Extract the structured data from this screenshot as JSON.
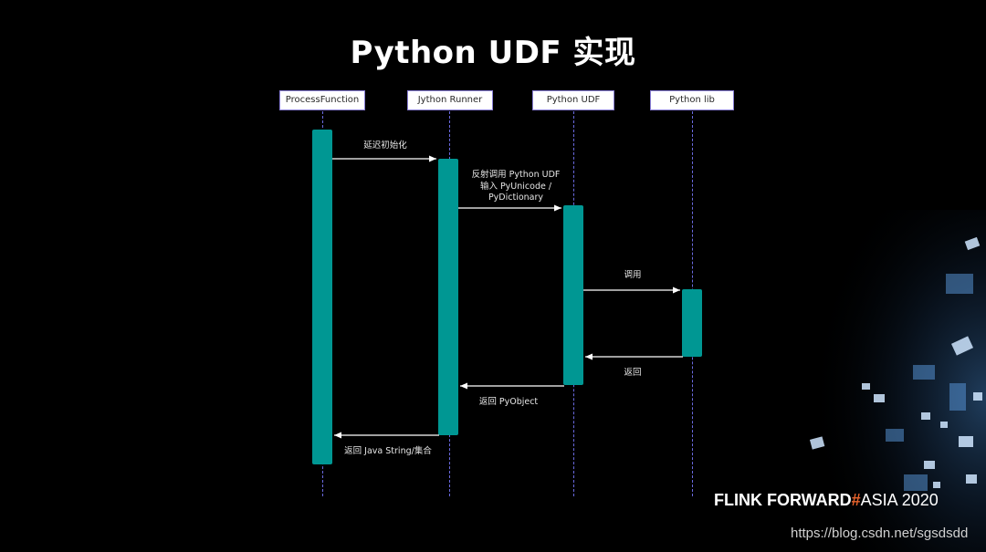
{
  "title": "Python UDF 实现",
  "participants": [
    {
      "name": "ProcessFunction"
    },
    {
      "name": "Jython Runner"
    },
    {
      "name": "Python UDF"
    },
    {
      "name": "Python lib"
    }
  ],
  "messages": [
    {
      "label": "延迟初始化",
      "from": 0,
      "to": 1
    },
    {
      "label_lines": [
        "反射调用 Python UDF",
        "输入 PyUnicode /",
        "PyDictionary"
      ],
      "from": 1,
      "to": 2
    },
    {
      "label": "调用",
      "from": 2,
      "to": 3
    },
    {
      "label": "返回",
      "from": 3,
      "to": 2
    },
    {
      "label": "返回 PyObject",
      "from": 2,
      "to": 1
    },
    {
      "label": "返回 Java String/集合",
      "from": 1,
      "to": 0
    }
  ],
  "brand": {
    "part1": "FLINK FORWARD",
    "hash": "#",
    "part2": "ASIA 2020"
  },
  "watermark": "https://blog.csdn.net/sgsdsdd",
  "colors": {
    "background": "#000000",
    "activation": "#009793",
    "lifeline": "#6a6ae0",
    "box_border": "#8a7fd6",
    "brand_hash": "#e8632c"
  }
}
